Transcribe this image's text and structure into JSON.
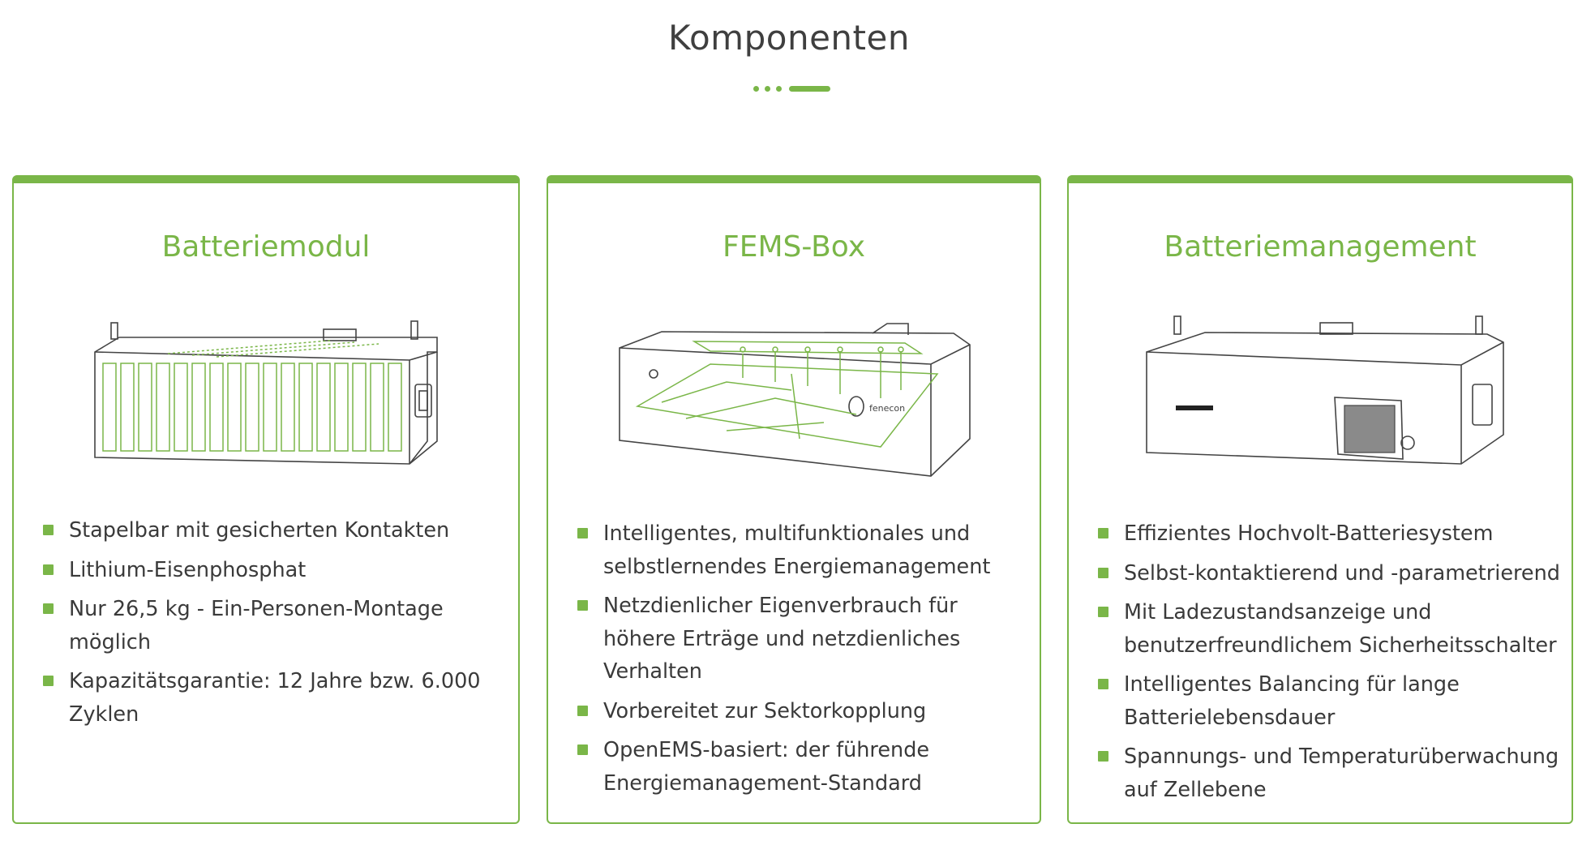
{
  "section": {
    "title": "Komponenten"
  },
  "accent_color": "#7ab648",
  "cards": [
    {
      "title": "Batteriemodul",
      "icon": "battery-module-illustration",
      "features": [
        "Stapelbar mit gesicherten Kontakten",
        "Lithium-Eisenphosphat",
        "Nur 26,5 kg - Ein-Personen-Montage möglich",
        "Kapazitätsgarantie: 12 Jahre bzw. 6.000 Zyklen"
      ]
    },
    {
      "title": "FEMS-Box",
      "icon": "fems-box-illustration",
      "logo_text": "fenecon",
      "features": [
        "Intelligentes, multifunktionales und selbstlernendes Energiemanagement",
        "Netzdienlicher Eigenverbrauch für höhere Erträge und netzdienliches Verhalten",
        "Vorbereitet zur Sektorkopplung",
        "OpenEMS-basiert: der führende Energiemanagement-Standard"
      ]
    },
    {
      "title": "Batteriemanagement",
      "icon": "battery-management-illustration",
      "features": [
        "Effizientes Hochvolt-Batteriesystem",
        "Selbst-kontaktierend und -parametrierend",
        "Mit Ladezustandsanzeige und benutzerfreundlichem Sicherheitsschalter",
        "Intelligentes Balancing für lange Batterielebensdauer",
        "Spannungs- und Temperaturüberwachung auf Zellebene"
      ]
    }
  ]
}
